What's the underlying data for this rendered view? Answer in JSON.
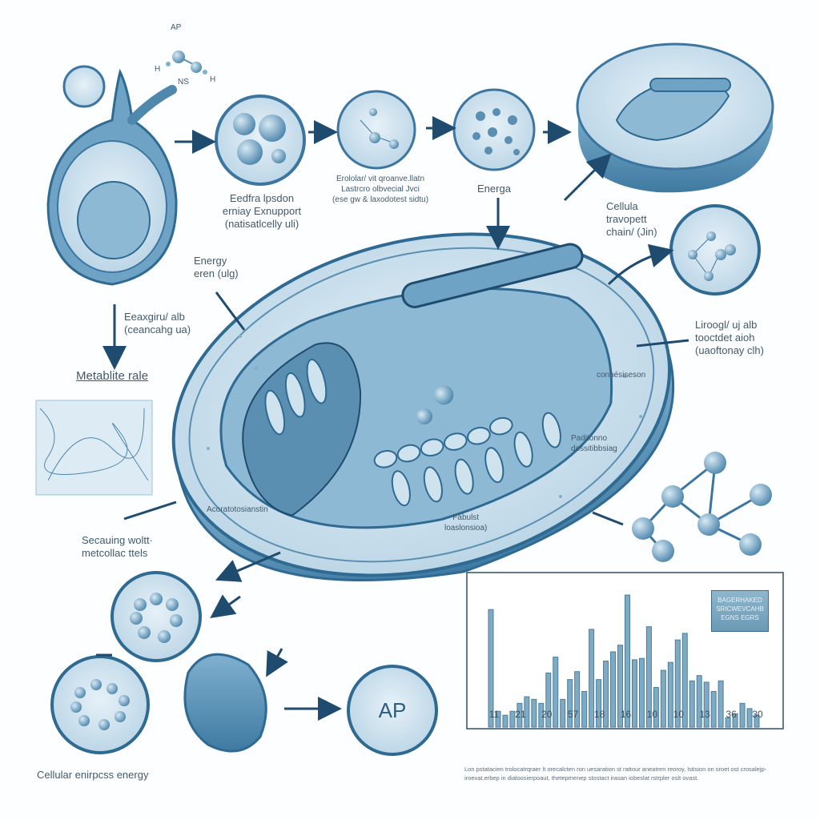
{
  "labels": {
    "molecule_top": "AP",
    "molecule_h1": "H",
    "molecule_h2": "H",
    "molecule_ns": "NS",
    "electron_transport": [
      "Eedfra lpsdon",
      "erniay Exnupport",
      "(natisatlcelly uli)"
    ],
    "oxidative": [
      "Erololar/ vit qroanve.llatn",
      "Lastrcro olbvecial Jvci",
      "(ese gw & laxodotest sidtu)"
    ],
    "energa": "Energa",
    "cellular_transport": [
      "Cellula",
      "travopett",
      "chain/ (Jin)"
    ],
    "energy_eren": [
      "Energy",
      "eren (ulg)"
    ],
    "eexagiru": [
      "Eeaxgiru/ alb",
      "(ceancahg ua)"
    ],
    "metabolite_rate": "Metablite rale",
    "lirooagl": [
      "Liroogl/ uj alb",
      "tooctdet aioh",
      "(uaoftonay clh)"
    ],
    "connective": "connésiseson",
    "paditonno": [
      "Paditonno",
      "dossitibbsiag"
    ],
    "acoratosis": "Acoratotosianstin",
    "fabulst": [
      "Fabulst",
      "loaslonsioa)"
    ],
    "secauing": [
      "Secauing woltt·",
      "metcollac ttels"
    ],
    "cellular_energy": "Cellular enirpcss energy",
    "ap_circle": "AP"
  },
  "chart_data": {
    "type": "bar",
    "x_tick_labels": [
      "11",
      "21",
      "20",
      "57",
      "18",
      "16",
      "10",
      "10",
      "13",
      "36",
      "30"
    ],
    "values": [
      89,
      12,
      9,
      12,
      18,
      23,
      21,
      18,
      41,
      53,
      21,
      36,
      42,
      27,
      74,
      36,
      50,
      57,
      62,
      100,
      51,
      52,
      76,
      30,
      43,
      49,
      66,
      71,
      35,
      39,
      34,
      27,
      35,
      7,
      10,
      18,
      14,
      9
    ],
    "ylim": [
      0,
      110
    ],
    "legend": [
      "BAGERHAKED",
      "SRICWEVCAHB",
      "EGNS EGRS"
    ],
    "legend_placement": "top-right",
    "caption": "Lon  pstatacien trolocatrqraer lt orecalcten ron uesaration st rattour aneatren reoroy, lstision  on sroet ost crosalejp-iroexat.erbep in dialoosierpoaut.  thetepmenep stostact irasan iobeslat rstrpler oslt ovast.",
    "bar_color": "#7faac4",
    "axis_color": "#2f4f66"
  },
  "colors": {
    "primary": "#4f88ad",
    "light": "#cfe3ef",
    "dark": "#1f4b6e"
  }
}
